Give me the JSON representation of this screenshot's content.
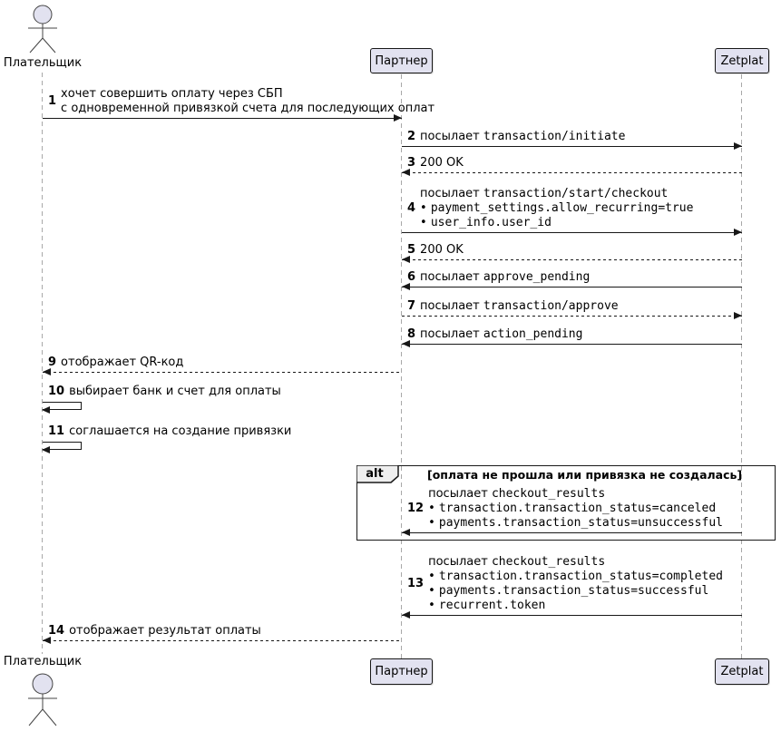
{
  "diagram": {
    "type": "uml-sequence",
    "participants": [
      {
        "id": "payer",
        "label": "Плательщик",
        "kind": "actor"
      },
      {
        "id": "partner",
        "label": "Партнер",
        "kind": "participant"
      },
      {
        "id": "zetplat",
        "label": "Zetplat",
        "kind": "participant"
      }
    ],
    "alt_block": {
      "keyword": "alt",
      "guard": "[оплата не прошла или привязка не создалась]"
    },
    "messages": [
      {
        "num": "1",
        "from": "payer",
        "to": "partner",
        "style": "solid",
        "lines": [
          [
            {
              "t": "хочет совершить оплату через СБП"
            }
          ],
          [
            {
              "t": "с одновременной привязкой счета для последующих оплат"
            }
          ]
        ]
      },
      {
        "num": "2",
        "from": "partner",
        "to": "zetplat",
        "style": "solid",
        "lines": [
          [
            {
              "t": "посылает "
            },
            {
              "t": "transaction/initiate",
              "mono": true
            }
          ]
        ]
      },
      {
        "num": "3",
        "from": "zetplat",
        "to": "partner",
        "style": "dashed",
        "lines": [
          [
            {
              "t": "200 OK"
            }
          ]
        ]
      },
      {
        "num": "4",
        "from": "partner",
        "to": "zetplat",
        "style": "solid",
        "lines": [
          [
            {
              "t": "посылает "
            },
            {
              "t": "transaction/start/checkout",
              "mono": true
            }
          ],
          [
            {
              "t": "• "
            },
            {
              "t": "payment_settings.allow_recurring=true",
              "mono": true
            }
          ],
          [
            {
              "t": "• "
            },
            {
              "t": "user_info.user_id",
              "mono": true
            }
          ]
        ]
      },
      {
        "num": "5",
        "from": "zetplat",
        "to": "partner",
        "style": "dashed",
        "lines": [
          [
            {
              "t": "200 OK"
            }
          ]
        ]
      },
      {
        "num": "6",
        "from": "zetplat",
        "to": "partner",
        "style": "solid",
        "lines": [
          [
            {
              "t": "посылает "
            },
            {
              "t": "approve_pending",
              "mono": true
            }
          ]
        ]
      },
      {
        "num": "7",
        "from": "partner",
        "to": "zetplat",
        "style": "dashed",
        "lines": [
          [
            {
              "t": "посылает "
            },
            {
              "t": "transaction/approve",
              "mono": true
            }
          ]
        ]
      },
      {
        "num": "8",
        "from": "zetplat",
        "to": "partner",
        "style": "solid",
        "lines": [
          [
            {
              "t": "посылает "
            },
            {
              "t": "action_pending",
              "mono": true
            }
          ]
        ]
      },
      {
        "num": "9",
        "from": "partner",
        "to": "payer",
        "style": "dashed",
        "lines": [
          [
            {
              "t": "отображает QR-код"
            }
          ]
        ]
      },
      {
        "num": "10",
        "from": "payer",
        "to": "payer",
        "style": "solid",
        "lines": [
          [
            {
              "t": "выбирает банк и счет для оплаты"
            }
          ]
        ]
      },
      {
        "num": "11",
        "from": "payer",
        "to": "payer",
        "style": "solid",
        "lines": [
          [
            {
              "t": "соглашается на создание привязки"
            }
          ]
        ]
      },
      {
        "num": "12",
        "from": "zetplat",
        "to": "partner",
        "style": "solid",
        "in_alt": true,
        "lines": [
          [
            {
              "t": "посылает "
            },
            {
              "t": "checkout_results",
              "mono": true
            }
          ],
          [
            {
              "t": "• "
            },
            {
              "t": "transaction.transaction_status=canceled",
              "mono": true
            }
          ],
          [
            {
              "t": "• "
            },
            {
              "t": "payments.transaction_status=unsuccessful",
              "mono": true
            }
          ]
        ]
      },
      {
        "num": "13",
        "from": "zetplat",
        "to": "partner",
        "style": "solid",
        "lines": [
          [
            {
              "t": "посылает "
            },
            {
              "t": "checkout_results",
              "mono": true
            }
          ],
          [
            {
              "t": "• "
            },
            {
              "t": "transaction.transaction_status=completed",
              "mono": true
            }
          ],
          [
            {
              "t": "• "
            },
            {
              "t": "payments.transaction_status=successful",
              "mono": true
            }
          ],
          [
            {
              "t": "• "
            },
            {
              "t": "recurrent.token",
              "mono": true
            }
          ]
        ]
      },
      {
        "num": "14",
        "from": "partner",
        "to": "payer",
        "style": "dashed",
        "lines": [
          [
            {
              "t": "отображает результат оплаты"
            }
          ]
        ]
      }
    ],
    "colors": {
      "participant_fill": "#E2E2F0",
      "participant_border": "#181818",
      "lifeline": "#A8A8A8",
      "arrow": "#181818",
      "alt_header_fill": "#EEEEEE",
      "background": "#FFFFFF",
      "text": "#000000"
    }
  }
}
